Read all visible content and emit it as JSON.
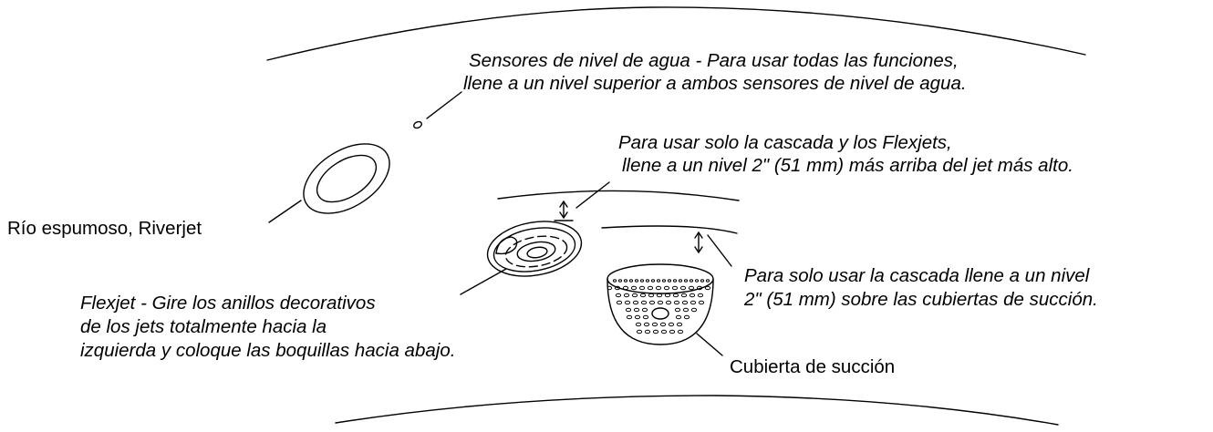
{
  "labels": {
    "sensors_line1": "Sensores de nivel de agua - Para usar todas las funciones,",
    "sensors_line2": "llene a un nivel superior a ambos sensores de nivel de agua.",
    "cascade_flexjets_line1": "Para usar solo la cascada y los Flexjets,",
    "cascade_flexjets_line2": "llene a un nivel 2\" (51 mm) más arriba del jet más alto.",
    "riverjet": "Río espumoso, Riverjet",
    "cascade_only_line1": "Para solo usar la cascada llene a un nivel",
    "cascade_only_line2": "2\" (51 mm) sobre las cubiertas de succión.",
    "flexjet_line1": "Flexjet - Gire los anillos decorativos",
    "flexjet_line2": "de los jets totalmente hacia la",
    "flexjet_line3": "izquierda y coloque las boquillas hacia abajo.",
    "suction_cover": "Cubierta de succión"
  },
  "colors": {
    "ink": "#000000",
    "background": "#ffffff"
  }
}
